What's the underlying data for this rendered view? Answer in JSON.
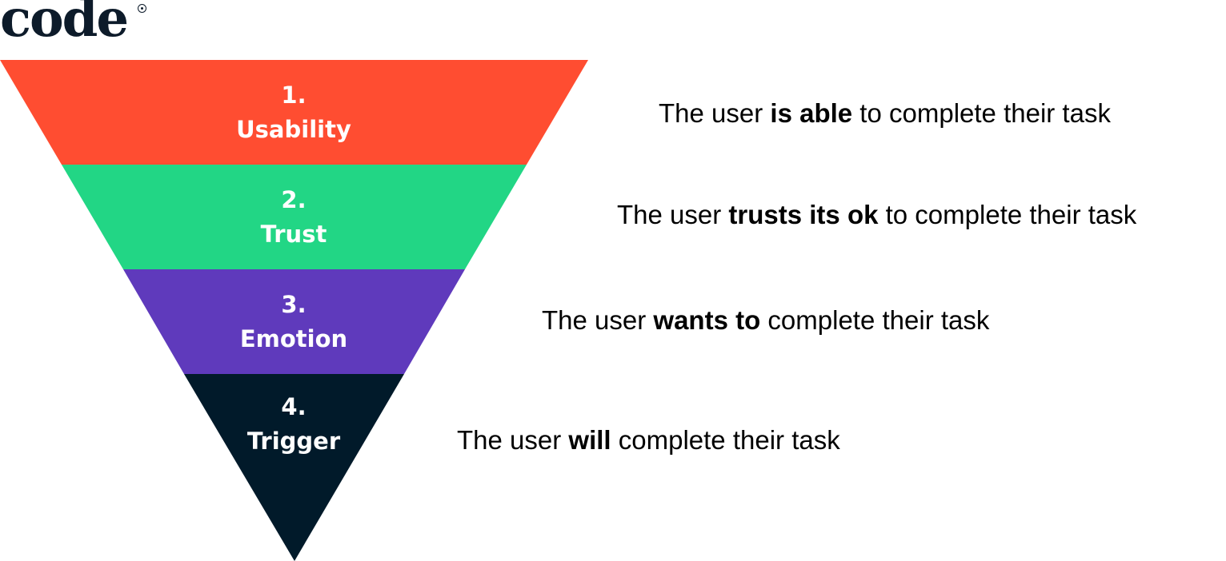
{
  "logo": {
    "text": "code"
  },
  "colors": {
    "usability": "#ff4d31",
    "trust": "#22d685",
    "emotion": "#5f3abc",
    "trigger": "#011a2a",
    "label_text": "#ffffff"
  },
  "levels": [
    {
      "number": "1.",
      "name": "Usability",
      "description": {
        "prefix": "The user ",
        "emphasis": "is able",
        "suffix": " to complete their task"
      }
    },
    {
      "number": "2.",
      "name": "Trust",
      "description": {
        "prefix": "The user ",
        "emphasis": "trusts its ok",
        "suffix": " to complete their task"
      }
    },
    {
      "number": "3.",
      "name": "Emotion",
      "description": {
        "prefix": "The user ",
        "emphasis": "wants to",
        "suffix": " complete their task"
      }
    },
    {
      "number": "4.",
      "name": "Trigger",
      "description": {
        "prefix": "The user ",
        "emphasis": "will",
        "suffix": " complete their task"
      }
    }
  ]
}
